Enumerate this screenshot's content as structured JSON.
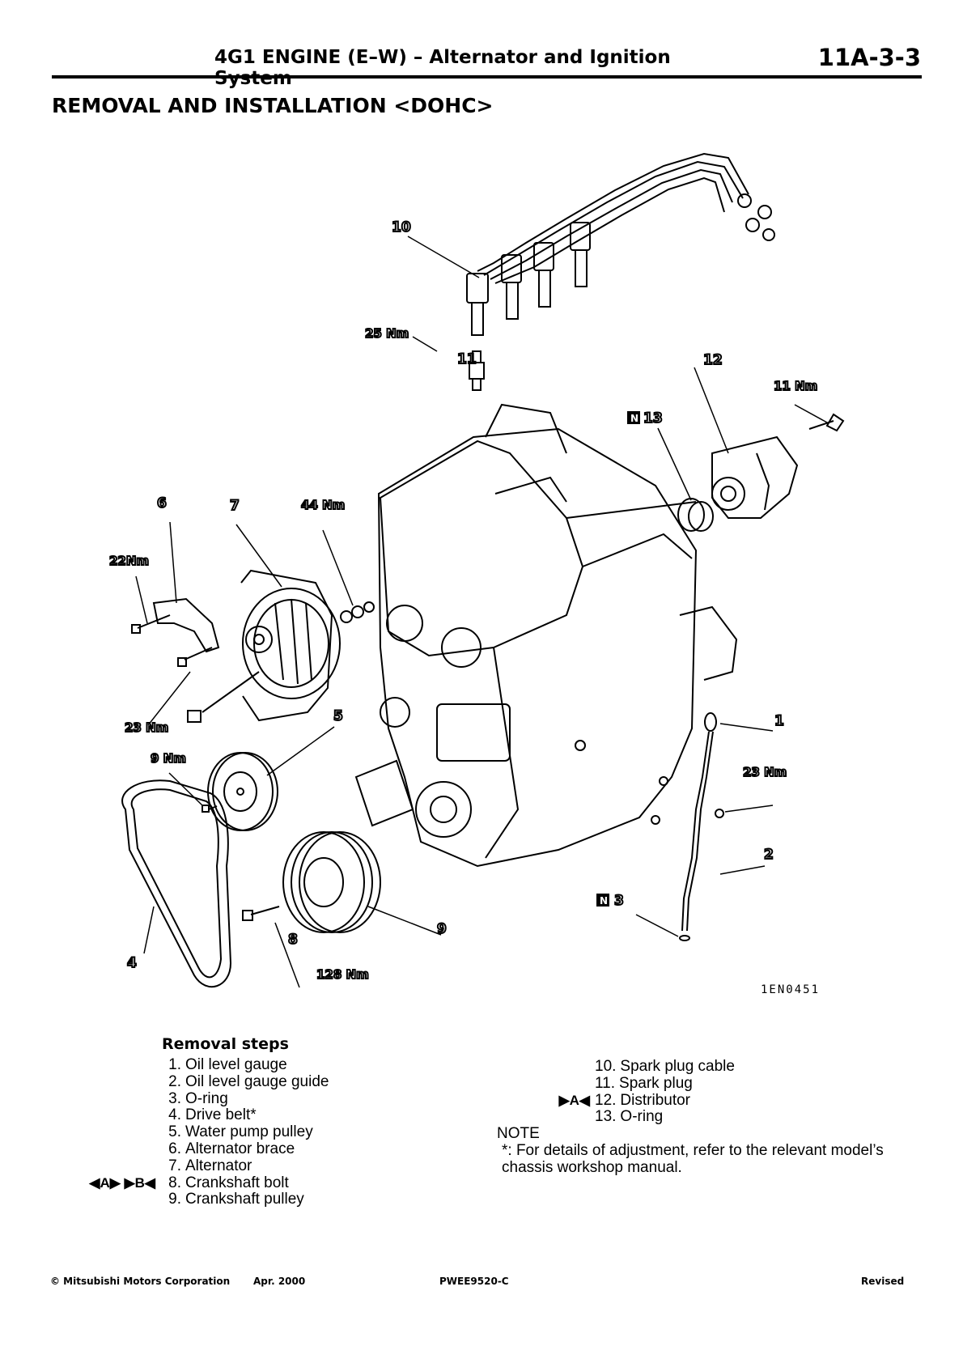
{
  "header": {
    "title": "4G1 ENGINE (E–W) – Alternator and Ignition System",
    "page_number": "11A-3-3",
    "section_title": "REMOVAL AND INSTALLATION <DOHC>"
  },
  "diagram": {
    "figure_code": "1EN0451",
    "callouts": [
      "1",
      "2",
      "3",
      "4",
      "5",
      "6",
      "7",
      "8",
      "9",
      "10",
      "11",
      "12",
      "13"
    ],
    "torques": {
      "t25": "25 Nm",
      "t11": "11 Nm",
      "t44": "44 Nm",
      "t22": "22Nm",
      "t23a": "23 Nm",
      "t9": "9 Nm",
      "t23b": "23 Nm",
      "t128": "128 Nm"
    },
    "new_part_mark": "N"
  },
  "removal": {
    "title": "Removal steps",
    "left_steps": [
      {
        "num": "1.",
        "text": "Oil level gauge",
        "mark": ""
      },
      {
        "num": "2.",
        "text": "Oil level gauge guide",
        "mark": ""
      },
      {
        "num": "3.",
        "text": "O-ring",
        "mark": ""
      },
      {
        "num": "4.",
        "text": "Drive belt*",
        "mark": ""
      },
      {
        "num": "5.",
        "text": "Water pump pulley",
        "mark": ""
      },
      {
        "num": "6.",
        "text": "Alternator brace",
        "mark": ""
      },
      {
        "num": "7.",
        "text": "Alternator",
        "mark": ""
      },
      {
        "num": "8.",
        "text": "Crankshaft bolt",
        "mark": "◀A▶  ▶B◀"
      },
      {
        "num": "9.",
        "text": "Crankshaft pulley",
        "mark": ""
      }
    ],
    "right_steps": [
      {
        "num": "10.",
        "text": "Spark plug cable",
        "mark": ""
      },
      {
        "num": "11.",
        "text": "Spark plug",
        "mark": ""
      },
      {
        "num": "12.",
        "text": "Distributor",
        "mark": "▶A◀"
      },
      {
        "num": "13.",
        "text": "O-ring",
        "mark": ""
      }
    ]
  },
  "note": {
    "title": "NOTE",
    "text": "*: For details of adjustment, refer to the relevant model’s chassis workshop manual."
  },
  "footer": {
    "copyright": "© Mitsubishi Motors Corporation",
    "date": "Apr. 2000",
    "doc_code": "PWEE9520-C",
    "status": "Revised"
  }
}
